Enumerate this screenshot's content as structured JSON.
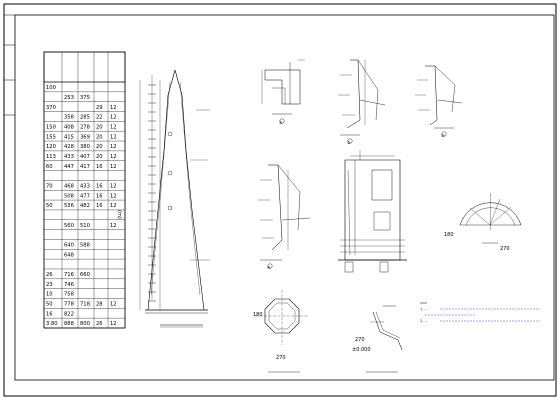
{
  "table": {
    "rows": [
      [
        "100",
        "",
        "",
        "",
        ""
      ],
      [
        "",
        "253",
        "375",
        "",
        ""
      ],
      [
        "370",
        "",
        "",
        "29",
        "12"
      ],
      [
        "",
        "358",
        "285",
        "22",
        "12"
      ],
      [
        "150",
        "408",
        "278",
        "20",
        "12"
      ],
      [
        "155",
        "415",
        "369",
        "20",
        "12"
      ],
      [
        "120",
        "428",
        "380",
        "20",
        "12"
      ],
      [
        "113",
        "433",
        "407",
        "20",
        "12"
      ],
      [
        "60",
        "447",
        "417",
        "16",
        "12"
      ],
      [
        "",
        "",
        "",
        "",
        ""
      ],
      [
        "70",
        "468",
        "433",
        "16",
        "12"
      ],
      [
        "",
        "508",
        "477",
        "16",
        "12"
      ],
      [
        "50",
        "536",
        "482",
        "16",
        "12"
      ],
      [
        "",
        "",
        "",
        "",
        ""
      ],
      [
        "",
        "560",
        "510",
        "",
        "12"
      ],
      [
        "",
        "",
        "",
        "",
        ""
      ],
      [
        "",
        "640",
        "588",
        "",
        ""
      ],
      [
        "",
        "648",
        "",
        "",
        ""
      ],
      [
        "",
        "",
        "",
        "",
        ""
      ],
      [
        "26",
        "716",
        "660",
        "",
        ""
      ],
      [
        "23",
        "746",
        "",
        "",
        ""
      ],
      [
        "10",
        "758",
        "",
        "",
        ""
      ],
      [
        "50",
        "778",
        "718",
        "28",
        "12"
      ],
      [
        "16",
        "822",
        "",
        "",
        ""
      ],
      [
        "3.80",
        "888",
        "800",
        "26",
        "12"
      ]
    ]
  },
  "labels": {
    "dims": [
      "180",
      "270",
      "180",
      "270",
      "270",
      "±0.000"
    ],
    "notes": [
      "1. ...",
      "2. ..."
    ],
    "section_marks": [
      "①",
      "②",
      "③",
      "④"
    ]
  }
}
